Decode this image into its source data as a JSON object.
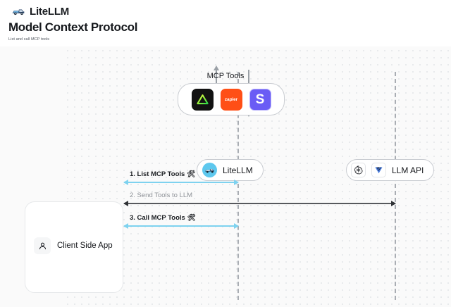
{
  "brand": {
    "name": "LiteLLM",
    "logo_icon": "litellm-truck-icon"
  },
  "header": {
    "title": "Model Context Protocol",
    "subtitle": "List and call MCP tools"
  },
  "diagram": {
    "mcp_group": {
      "caption": "MCP Tools",
      "tools": [
        {
          "name": "linear-tool-icon",
          "label": "",
          "bg": "#121212"
        },
        {
          "name": "zapier-tool-icon",
          "label": "zapier",
          "bg": "#ff4f16"
        },
        {
          "name": "supabase-tool-icon",
          "label": "S",
          "bg": "#6a5cf5"
        }
      ]
    },
    "nodes": [
      {
        "id": "litellm",
        "label": "LiteLLM",
        "icon": "litellm-avatar-icon"
      },
      {
        "id": "llm_api",
        "label": "LLM API",
        "icons": [
          "openai-icon",
          "anthropic-icon"
        ]
      }
    ],
    "client": {
      "label": "Client Side App",
      "icon": "person-icon"
    },
    "messages": [
      {
        "id": "msg1",
        "label": "1. List MCP Tools",
        "emoji": "🛠",
        "color": "#7ed2ef",
        "direction": "both"
      },
      {
        "id": "msg2",
        "label": "2. Send Tools to LLM",
        "emoji": "",
        "color": "#57595d",
        "direction": "both"
      },
      {
        "id": "msg3",
        "label": "3. Call MCP Tools",
        "emoji": "🛠",
        "color": "#7ed2ef",
        "direction": "both"
      }
    ]
  },
  "colors": {
    "accent_blue": "#7ed2ef",
    "canvas_bg": "#fafafa",
    "dot_grid": "#e2e4e7",
    "lifeline": "#a9adb3"
  }
}
